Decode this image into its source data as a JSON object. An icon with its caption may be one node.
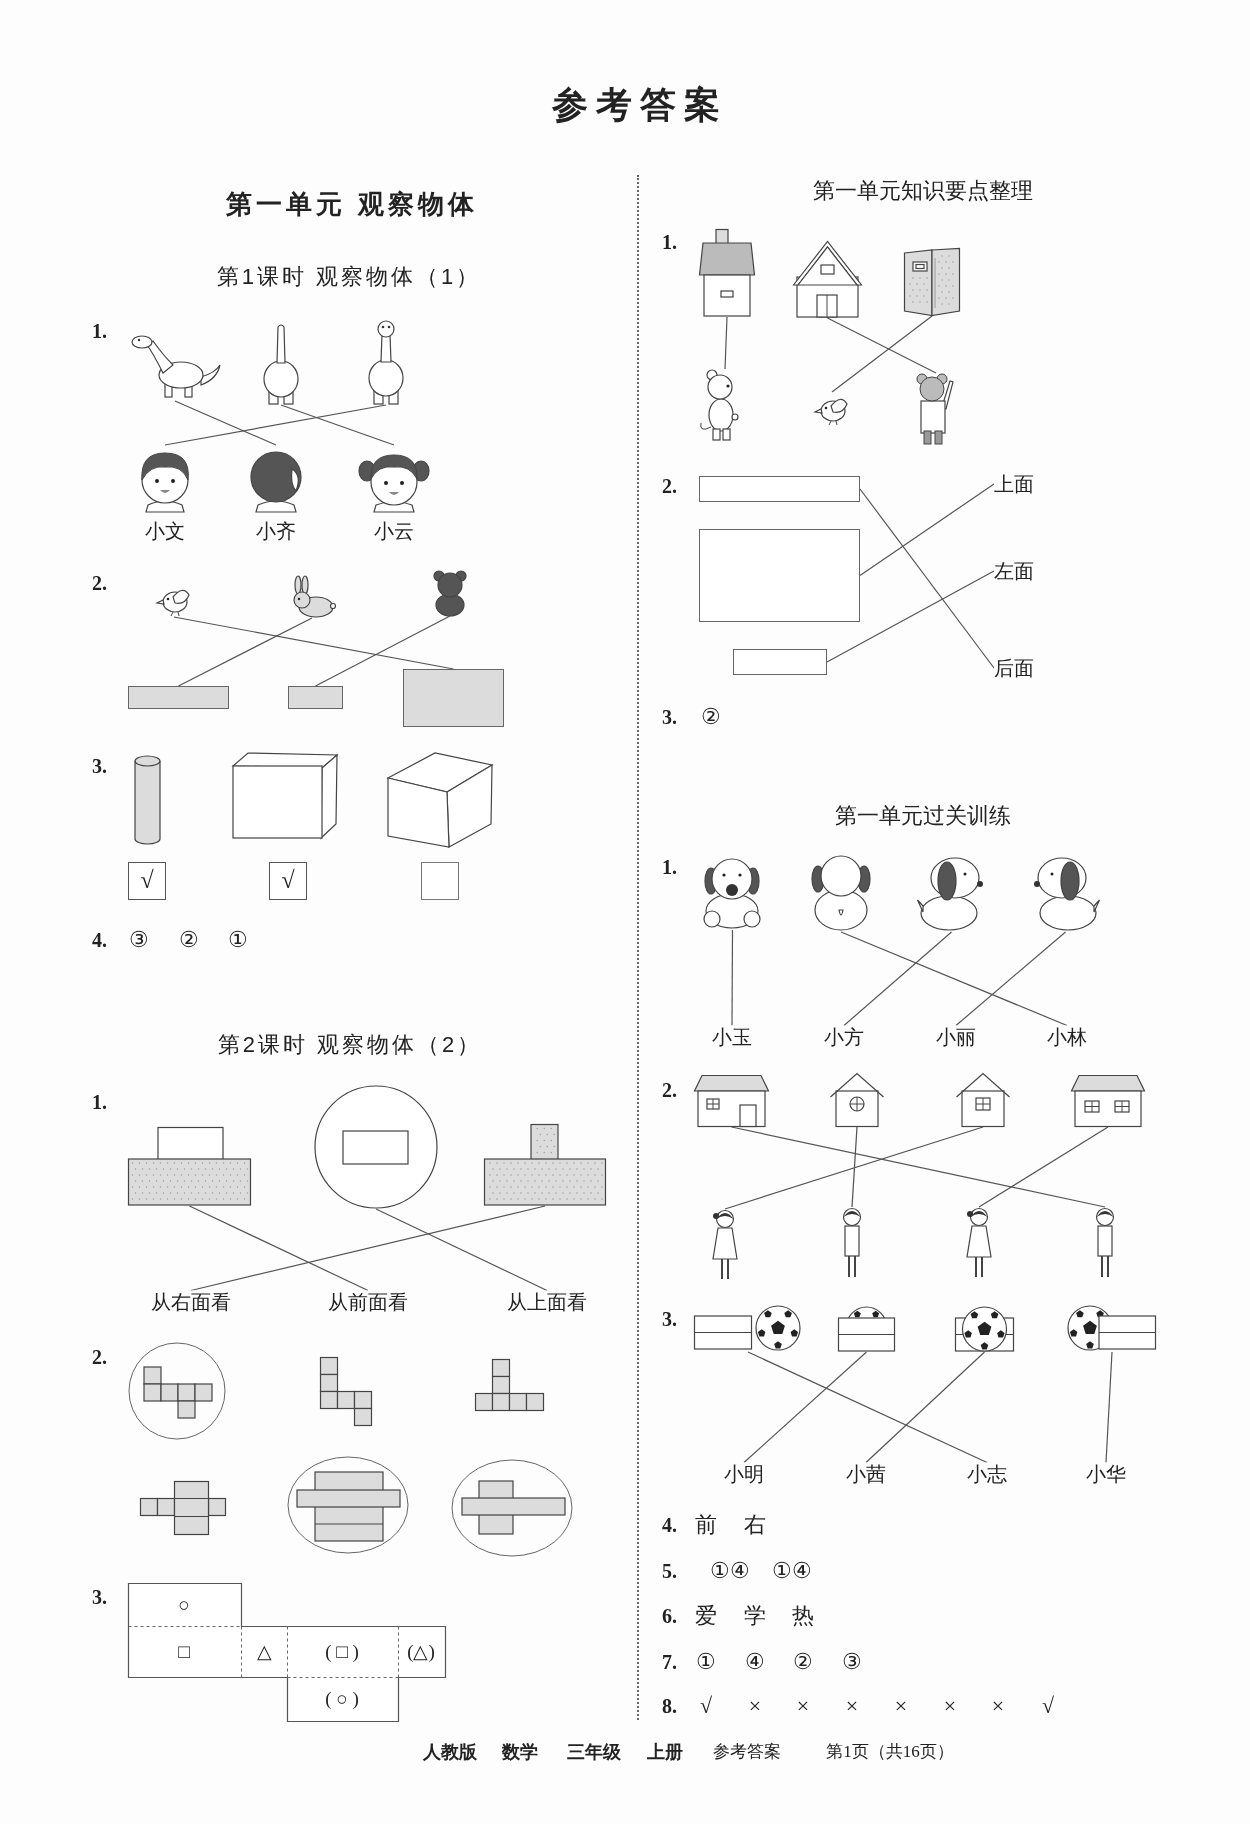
{
  "diagram": {
    "title": "参考答案",
    "nodes": [
      {
        "text": [],
        "shape": "picture"
      },
      {
        "text": [],
        "shape": "picture"
      },
      {
        "text": [],
        "shape": "picture"
      },
      {
        "text": [],
        "shape": "picture",
        "beside": [
          "小文"
        ]
      },
      {
        "text": [],
        "shape": "picture",
        "beside": [
          "小齐"
        ]
      },
      {
        "text": [],
        "shape": "picture",
        "beside": [
          "小云"
        ]
      },
      {
        "text": [],
        "shape": "picture"
      },
      {
        "text": [],
        "shape": "picture"
      },
      {
        "text": [],
        "shape": "picture"
      },
      {
        "text": [],
        "shape": "box"
      },
      {
        "text": [],
        "shape": "box"
      },
      {
        "text": [],
        "shape": "box"
      },
      {
        "text": [],
        "shape": "picture"
      },
      {
        "text": [],
        "shape": "picture"
      },
      {
        "text": [],
        "shape": "picture"
      },
      {
        "text": [
          "从右面看"
        ]
      },
      {
        "text": [
          "从前面看"
        ]
      },
      {
        "text": [
          "从上面看"
        ]
      },
      {
        "text": [],
        "shape": "picture"
      },
      {
        "text": [],
        "shape": "picture"
      },
      {
        "text": [],
        "shape": "picture"
      },
      {
        "text": [],
        "shape": "picture"
      },
      {
        "text": [],
        "shape": "picture"
      },
      {
        "text": [],
        "shape": "picture"
      },
      {
        "text": [],
        "shape": "box"
      },
      {
        "text": [],
        "shape": "box"
      },
      {
        "text": [],
        "shape": "box"
      },
      {
        "text": [
          "上面"
        ]
      },
      {
        "text": [
          "左面"
        ]
      },
      {
        "text": [
          "后面"
        ]
      },
      {
        "text": [],
        "shape": "picture"
      },
      {
        "text": [],
        "shape": "picture"
      },
      {
        "text": [],
        "shape": "picture"
      },
      {
        "text": [],
        "shape": "picture"
      },
      {
        "text": [
          "小玉"
        ]
      },
      {
        "text": [
          "小方"
        ]
      },
      {
        "text": [
          "小丽"
        ]
      },
      {
        "text": [
          "小林"
        ]
      },
      {
        "text": [],
        "shape": "picture"
      },
      {
        "text": [],
        "shape": "picture"
      },
      {
        "text": [],
        "shape": "picture"
      },
      {
        "text": [],
        "shape": "picture"
      },
      {
        "text": [],
        "shape": "picture"
      },
      {
        "text": [],
        "shape": "picture"
      },
      {
        "text": [],
        "shape": "picture"
      },
      {
        "text": [],
        "shape": "picture"
      },
      {
        "text": [],
        "shape": "picture"
      },
      {
        "text": [],
        "shape": "picture"
      },
      {
        "text": [],
        "shape": "picture"
      },
      {
        "text": [],
        "shape": "picture"
      },
      {
        "text": [
          "小明"
        ]
      },
      {
        "text": [
          "小茜"
        ]
      },
      {
        "text": [
          "小志"
        ]
      },
      {
        "text": [
          "小华"
        ]
      }
    ],
    "edges": [
      {
        "from": 0,
        "to": 4,
        "arrow": "none"
      },
      {
        "from": 1,
        "to": 5,
        "arrow": "none"
      },
      {
        "from": 2,
        "to": 3,
        "arrow": "none"
      },
      {
        "from": 6,
        "to": 11,
        "arrow": "none"
      },
      {
        "from": 7,
        "to": 9,
        "arrow": "none"
      },
      {
        "from": 8,
        "to": 10,
        "arrow": "none"
      },
      {
        "from": 12,
        "to": 16,
        "arrow": "none"
      },
      {
        "from": 13,
        "to": 17,
        "arrow": "none"
      },
      {
        "from": 14,
        "to": 15,
        "arrow": "none"
      },
      {
        "from": 18,
        "to": 21,
        "arrow": "none"
      },
      {
        "from": 19,
        "to": 23,
        "arrow": "none"
      },
      {
        "from": 20,
        "to": 22,
        "arrow": "none"
      },
      {
        "from": 24,
        "to": 29,
        "arrow": "none"
      },
      {
        "from": 25,
        "to": 27,
        "arrow": "none"
      },
      {
        "from": 26,
        "to": 28,
        "arrow": "none"
      },
      {
        "from": 30,
        "to": 34,
        "arrow": "none"
      },
      {
        "from": 31,
        "to": 37,
        "arrow": "none"
      },
      {
        "from": 32,
        "to": 35,
        "arrow": "none"
      },
      {
        "from": 33,
        "to": 36,
        "arrow": "none"
      },
      {
        "from": 38,
        "to": 45,
        "arrow": "none"
      },
      {
        "from": 39,
        "to": 43,
        "arrow": "none"
      },
      {
        "from": 40,
        "to": 42,
        "arrow": "none"
      },
      {
        "from": 41,
        "to": 44,
        "arrow": "none"
      },
      {
        "from": 46,
        "to": 52,
        "arrow": "none"
      },
      {
        "from": 47,
        "to": 50,
        "arrow": "none"
      },
      {
        "from": 48,
        "to": 51,
        "arrow": "none"
      },
      {
        "from": 49,
        "to": 53,
        "arrow": "none"
      }
    ],
    "labels": [
      "第一单元 观察物体",
      "第1课时 观察物体（1）",
      "1.",
      "2.",
      "3.",
      "√",
      "√",
      "4.",
      "③",
      "②",
      "①",
      "第2课时 观察物体（2）",
      "1.",
      "2.",
      "3.",
      "○",
      "□",
      "△",
      "( □ )",
      "(△)",
      "( ○ )",
      "第一单元知识要点整理",
      "1.",
      "2.",
      "3.",
      "②",
      "第一单元过关训练",
      "1.",
      "2.",
      "3.",
      "4.",
      "前",
      "右",
      "5.",
      "①④",
      "①④",
      "6.",
      "爱",
      "学",
      "热",
      "7.",
      "①",
      "④",
      "②",
      "③",
      "8.",
      "√",
      "×",
      "×",
      "×",
      "×",
      "×",
      "×",
      "√",
      "人教版",
      "数学",
      "三年级",
      "上册",
      "参考答案",
      "第1页（共16页）"
    ]
  }
}
